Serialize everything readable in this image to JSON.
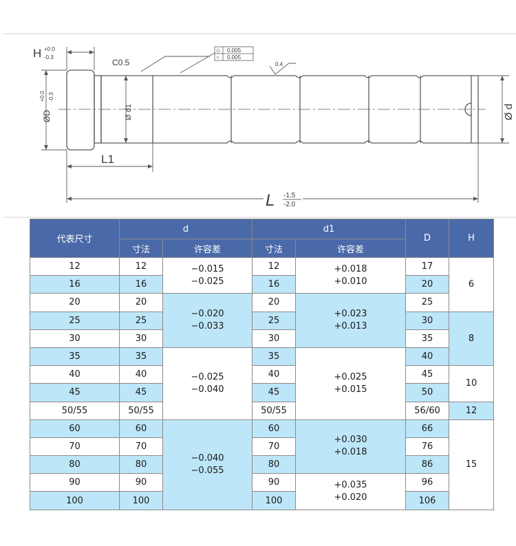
{
  "drawing": {
    "labels": {
      "H": "H",
      "H_tol_upper": "+0.0",
      "H_tol_lower": "-0.3",
      "D_dim": "ØD",
      "D_tol_upper": "+0.0",
      "D_tol_lower": "-0.3",
      "chamfer": "C0.5",
      "tolerance_frame_1": "0.005",
      "tolerance_frame_2": "0.005",
      "roughness": "0.4",
      "d1_dim": "Ø d1",
      "d_dim": "Ø d",
      "L1": "L1",
      "L": "L",
      "L_tol_upper": "-1.5",
      "L_tol_lower": "-2.0"
    }
  },
  "table": {
    "headers": {
      "size": "代表尺寸",
      "d": "d",
      "d1": "d1",
      "D": "D",
      "H": "H",
      "dim": "寸法",
      "tolerance": "许容差"
    },
    "rows": [
      {
        "size": "12",
        "d": "12",
        "d1": "12",
        "D": "17"
      },
      {
        "size": "16",
        "d": "16",
        "d1": "16",
        "D": "20"
      },
      {
        "size": "20",
        "d": "20",
        "d1": "20",
        "D": "25"
      },
      {
        "size": "25",
        "d": "25",
        "d1": "25",
        "D": "30"
      },
      {
        "size": "30",
        "d": "30",
        "d1": "30",
        "D": "35"
      },
      {
        "size": "35",
        "d": "35",
        "d1": "35",
        "D": "40"
      },
      {
        "size": "40",
        "d": "40",
        "d1": "40",
        "D": "45"
      },
      {
        "size": "45",
        "d": "45",
        "d1": "45",
        "D": "50"
      },
      {
        "size": "50/55",
        "d": "50/55",
        "d1": "50/55",
        "D": "56/60"
      },
      {
        "size": "60",
        "d": "60",
        "d1": "60",
        "D": "66"
      },
      {
        "size": "70",
        "d": "70",
        "d1": "70",
        "D": "76"
      },
      {
        "size": "80",
        "d": "80",
        "d1": "80",
        "D": "86"
      },
      {
        "size": "90",
        "d": "90",
        "d1": "90",
        "D": "96"
      },
      {
        "size": "100",
        "d": "100",
        "d1": "100",
        "D": "106"
      }
    ],
    "d_tolerances": [
      {
        "upper": "−0.015",
        "lower": "−0.025"
      },
      {
        "upper": "−0.020",
        "lower": "−0.033"
      },
      {
        "upper": "−0.025",
        "lower": "−0.040"
      },
      {
        "upper": "−0.040",
        "lower": "−0.055"
      }
    ],
    "d1_tolerances": [
      {
        "upper": "+0.018",
        "lower": "+0.010"
      },
      {
        "upper": "+0.023",
        "lower": "+0.013"
      },
      {
        "upper": "+0.025",
        "lower": "+0.015"
      },
      {
        "upper": "+0.030",
        "lower": "+0.018"
      },
      {
        "upper": "+0.035",
        "lower": "+0.020"
      }
    ],
    "H_values": [
      "6",
      "8",
      "10",
      "12",
      "15"
    ]
  }
}
